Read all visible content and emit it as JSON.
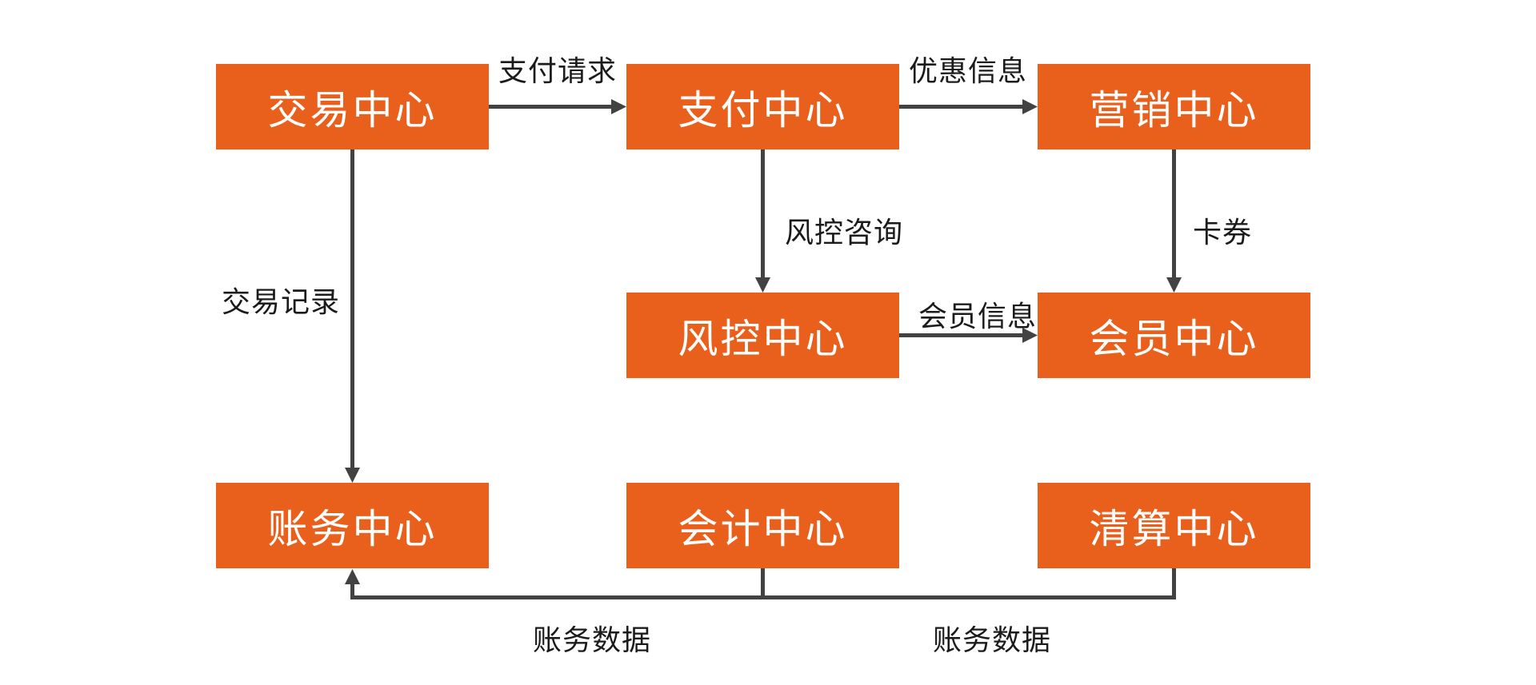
{
  "diagram": {
    "title": "payment-platform-centers-flowchart",
    "colors": {
      "node_fill": "#E9601C",
      "node_text": "#FFFFFF",
      "connector": "#424242",
      "label_text": "#1B1B1B",
      "background": "#FFFFFF"
    },
    "nodes": [
      {
        "id": "trade-center",
        "label": "交易中心"
      },
      {
        "id": "payment-center",
        "label": "支付中心"
      },
      {
        "id": "marketing-center",
        "label": "营销中心"
      },
      {
        "id": "risk-center",
        "label": "风控中心"
      },
      {
        "id": "member-center",
        "label": "会员中心"
      },
      {
        "id": "billing-center",
        "label": "账务中心"
      },
      {
        "id": "accounting-center",
        "label": "会计中心"
      },
      {
        "id": "clearing-center",
        "label": "清算中心"
      }
    ],
    "edges": [
      {
        "from": "交易中心",
        "to": "支付中心",
        "label": "支付请求"
      },
      {
        "from": "支付中心",
        "to": "营销中心",
        "label": "优惠信息"
      },
      {
        "from": "支付中心",
        "to": "风控中心",
        "label": "风控咨询"
      },
      {
        "from": "营销中心",
        "to": "会员中心",
        "label": "卡券"
      },
      {
        "from": "风控中心",
        "to": "会员中心",
        "label": "会员信息"
      },
      {
        "from": "交易中心",
        "to": "账务中心",
        "label": "交易记录"
      },
      {
        "from": "会计中心",
        "to": "账务中心",
        "label": "账务数据"
      },
      {
        "from": "清算中心",
        "to": "账务中心",
        "label": "账务数据"
      }
    ]
  }
}
